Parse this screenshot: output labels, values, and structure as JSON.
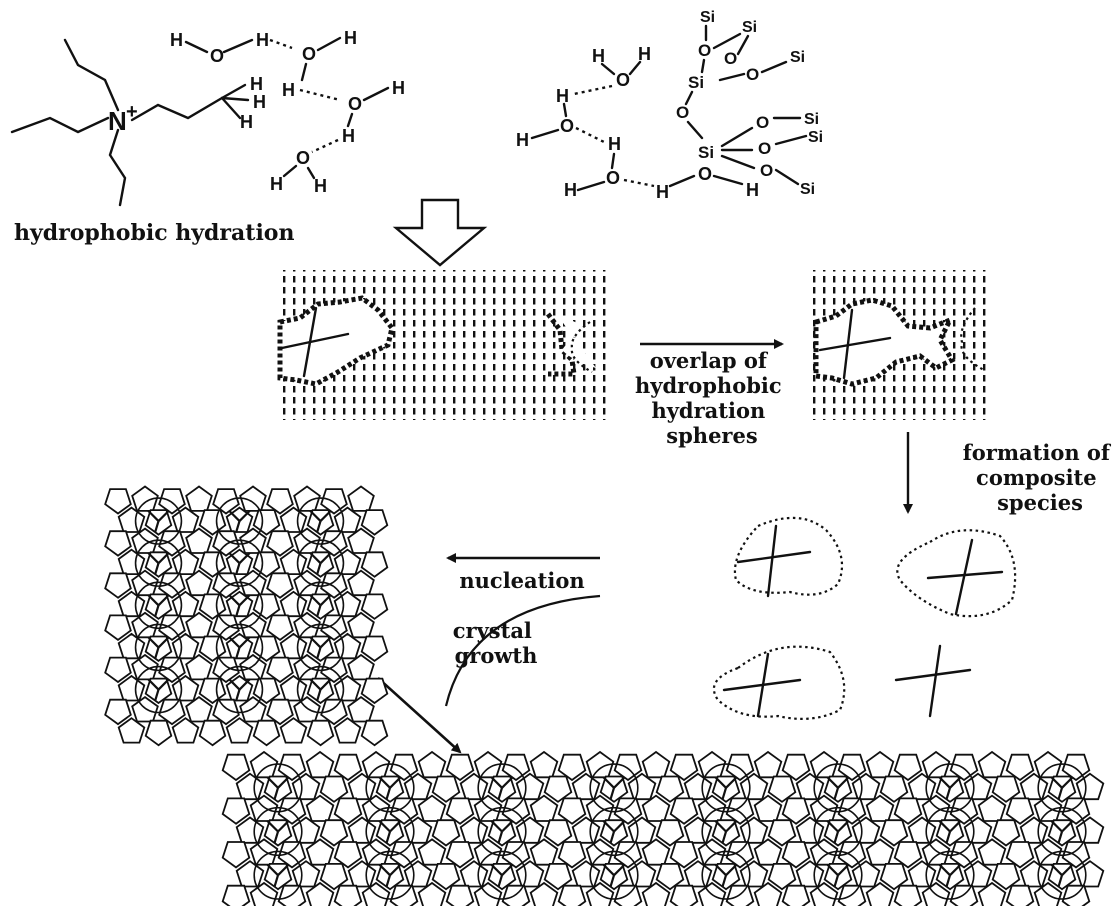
{
  "labels": {
    "hydrophobic_hydration": "hydrophobic hydration",
    "overlap": [
      "overlap of",
      "hydrophobic",
      "hydration",
      "spheres"
    ],
    "formation": [
      "formation of",
      "composite",
      "species"
    ],
    "nucleation": "nucleation",
    "crystal_growth": [
      "crystal",
      "growth"
    ]
  },
  "atoms": {
    "hydrogen": "H",
    "oxygen": "O",
    "nitrogen": "N",
    "charge": "+",
    "silicon": "Si"
  }
}
